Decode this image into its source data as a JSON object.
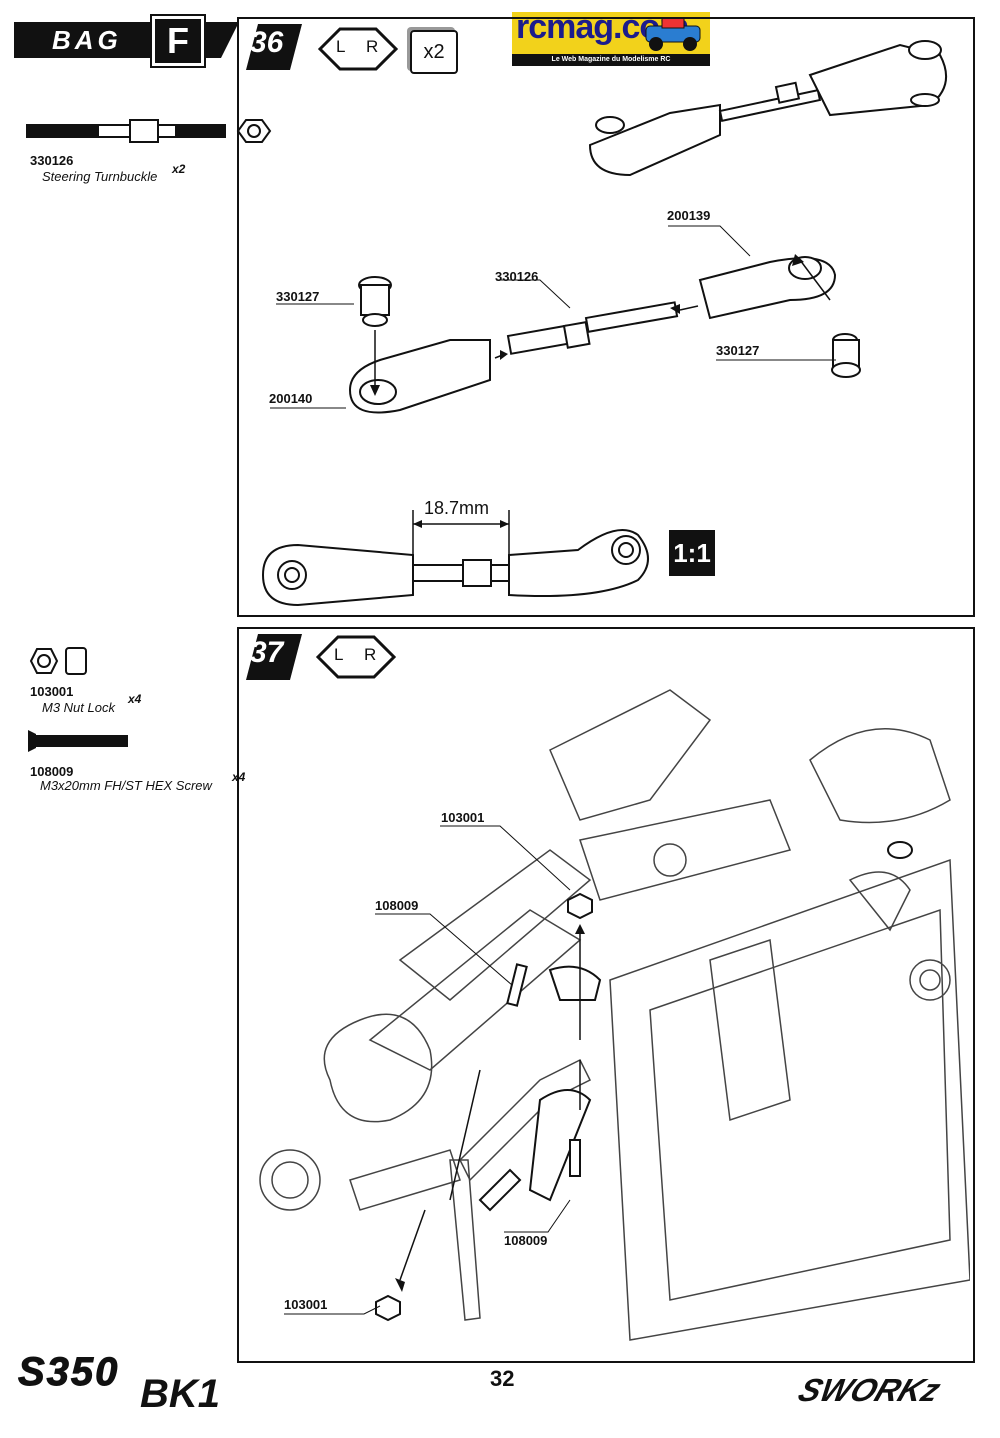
{
  "header": {
    "bag_label": "BAG",
    "bag_letter": "F",
    "logo_main": "rcmag.com",
    "logo_sub": "Le Web Magazine du Modelisme RC"
  },
  "step36": {
    "number": "36",
    "side_left": "L",
    "side_right": "R",
    "multiplier": "x2",
    "callouts": {
      "c200139": "200139",
      "c330126": "330126",
      "c330127_left": "330127",
      "c330127_right": "330127",
      "c200140": "200140"
    },
    "dimension": "18.7mm",
    "scale": "1:1"
  },
  "step36_parts": [
    {
      "number": "330126",
      "name": "Steering Turnbuckle",
      "qty": "x2"
    }
  ],
  "step37": {
    "number": "37",
    "side_left": "L",
    "side_right": "R",
    "callouts": {
      "c103001_top": "103001",
      "c108009_left": "108009",
      "c108009_right": "108009",
      "c103001_bottom": "103001"
    }
  },
  "step37_parts": [
    {
      "number": "103001",
      "name": "M3 Nut Lock",
      "qty": "x4"
    },
    {
      "number": "108009",
      "name": "M3x20mm FH/ST HEX Screw",
      "qty": "x4"
    }
  ],
  "footer": {
    "model": "S350",
    "model_suffix": "BK1",
    "page_number": "32",
    "brand": "SWORKz"
  }
}
